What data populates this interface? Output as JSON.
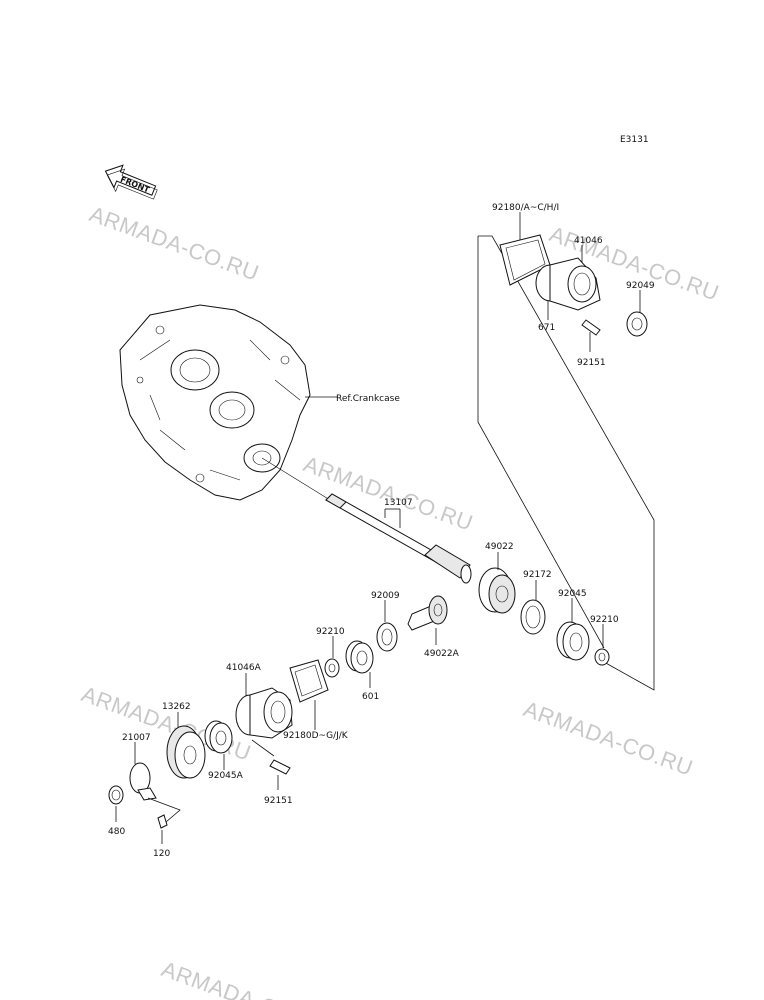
{
  "diagram_code": "E3131",
  "front_label": "FRONT",
  "ref_label": "Ref.Crankcase",
  "watermarks": [
    "ARMADA-CO.RU",
    "ARMADA-CO.RU",
    "ARMADA-CO.RU",
    "ARMADA-CO.RU",
    "ARMADA-CO.RU",
    "ARMADA-CO.RU"
  ],
  "part_labels": {
    "p92180aci": "92180/A~C/H/I",
    "p41046": "41046",
    "p92049": "92049",
    "p671": "671",
    "p92151_top": "92151",
    "p13107": "13107",
    "p49022": "49022",
    "p92172": "92172",
    "p92045": "92045",
    "p92210_right": "92210",
    "p92009": "92009",
    "p49022a": "49022A",
    "p92210_left": "92210",
    "p601": "601",
    "p41046a": "41046A",
    "p92180dgjk": "92180D~G/J/K",
    "p13262": "13262",
    "p21007": "21007",
    "p92045a": "92045A",
    "p92151_bottom": "92151",
    "p480": "480",
    "p120": "120"
  }
}
